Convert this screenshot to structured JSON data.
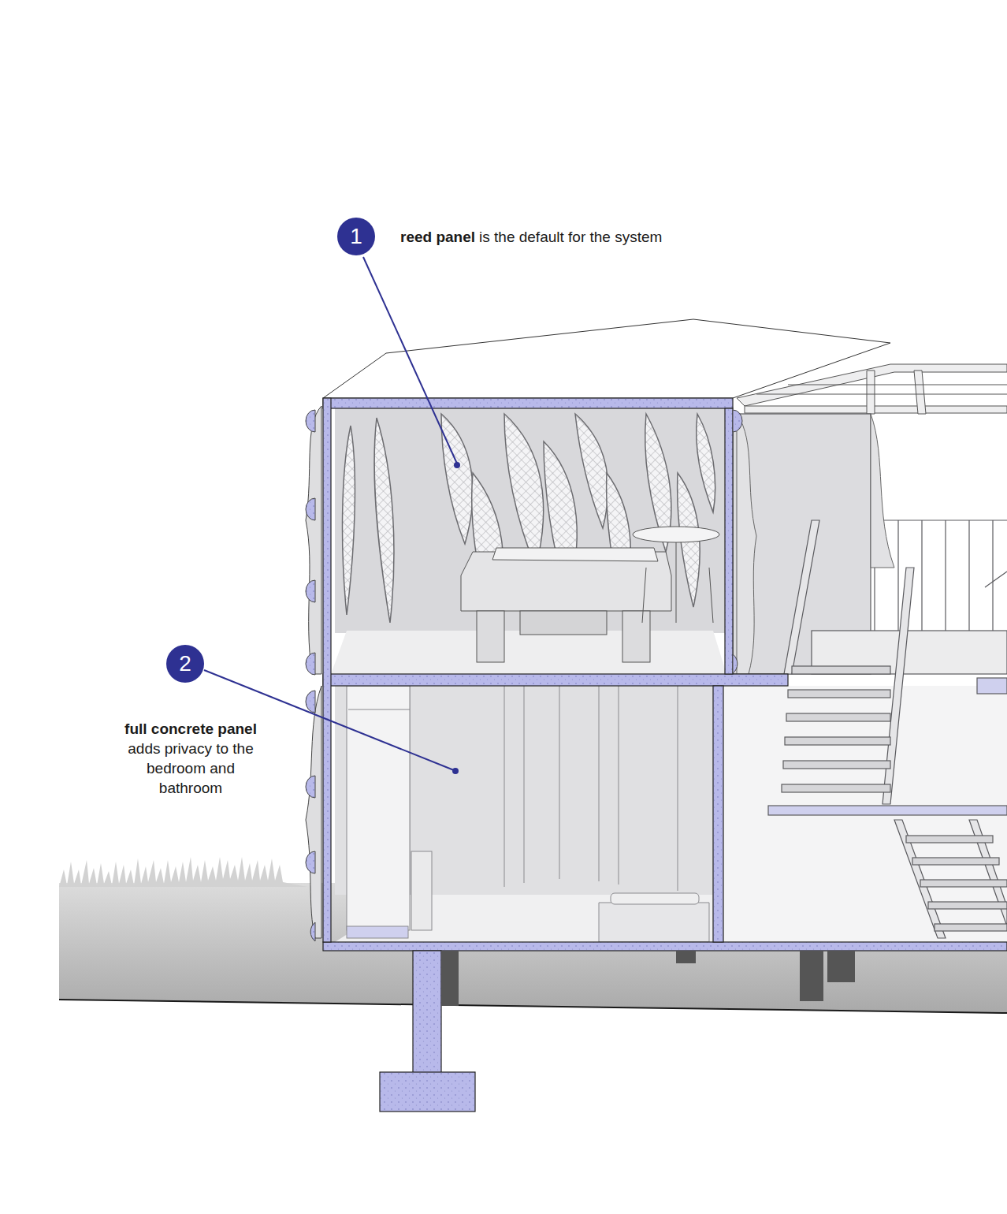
{
  "diagram": {
    "nodes": [
      {
        "text": [
          "1"
        ]
      },
      {
        "text": [
          "2"
        ]
      }
    ],
    "labels": [
      "reed panel",
      "is the default for the system",
      "full concrete panel",
      "adds privacy to the bedroom and bathroom"
    ]
  }
}
